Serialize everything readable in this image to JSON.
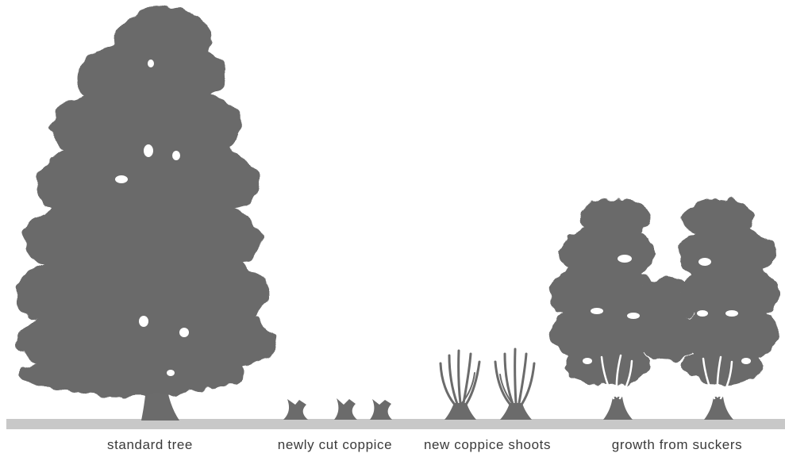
{
  "colors": {
    "tree": "#6b6b6b",
    "ground": "#c8c8c8",
    "text": "#3a3a3a",
    "background": "#ffffff"
  },
  "captions": {
    "standard_tree": "standard tree",
    "newly_cut_coppice": "newly cut coppice",
    "new_coppice_shoots": "new coppice shoots",
    "growth_from_suckers": "growth from suckers"
  }
}
